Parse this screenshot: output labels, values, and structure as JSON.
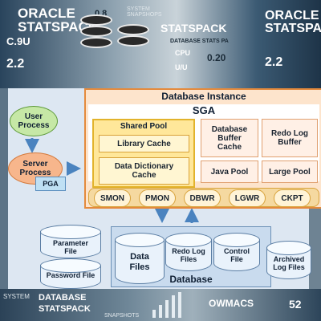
{
  "background": {
    "posters": [
      {
        "title_lines": [
          "ORACLE",
          "STATSPACK"
        ]
      },
      {
        "title": "STATSPACK"
      },
      {
        "title_lines": [
          "ORACLE",
          "STATSPACK"
        ]
      }
    ],
    "subtitle": "SYSTEM SNAPSHOPS",
    "metrics": [
      "C.9U",
      "2.2",
      "0.8",
      "0.20",
      "CPU",
      "U/U",
      "2.2"
    ],
    "banner": "DATABASE STATS PA",
    "bottom_words": [
      "SYSTEM",
      "DATABASE",
      "STATSPACK",
      "SNAPSHOTS",
      "OWMACS",
      "52"
    ]
  },
  "diagram": {
    "instance_title": "Database Instance",
    "sga_title": "SGA",
    "shared_pool": {
      "title": "Shared Pool",
      "library_cache": "Library Cache",
      "data_dictionary_cache": "Data Dictionary Cache"
    },
    "database_buffer_cache": "Database Buffer Cache",
    "redo_log_buffer": "Redo Log Buffer",
    "java_pool": "Java Pool",
    "large_pool": "Large Pool",
    "background_processes": [
      "SMON",
      "PMON",
      "DBWR",
      "LGWR",
      "CKPT"
    ],
    "user_process": "User Process",
    "server_process": "Server Process",
    "pga": "PGA",
    "database_title": "Database",
    "data_files": "Data Files",
    "redo_log_files": "Redo Log Files",
    "control_file": "Control File",
    "parameter_file": "Parameter File",
    "password_file": "Password File",
    "archived_log_files": "Archived Log Files"
  }
}
